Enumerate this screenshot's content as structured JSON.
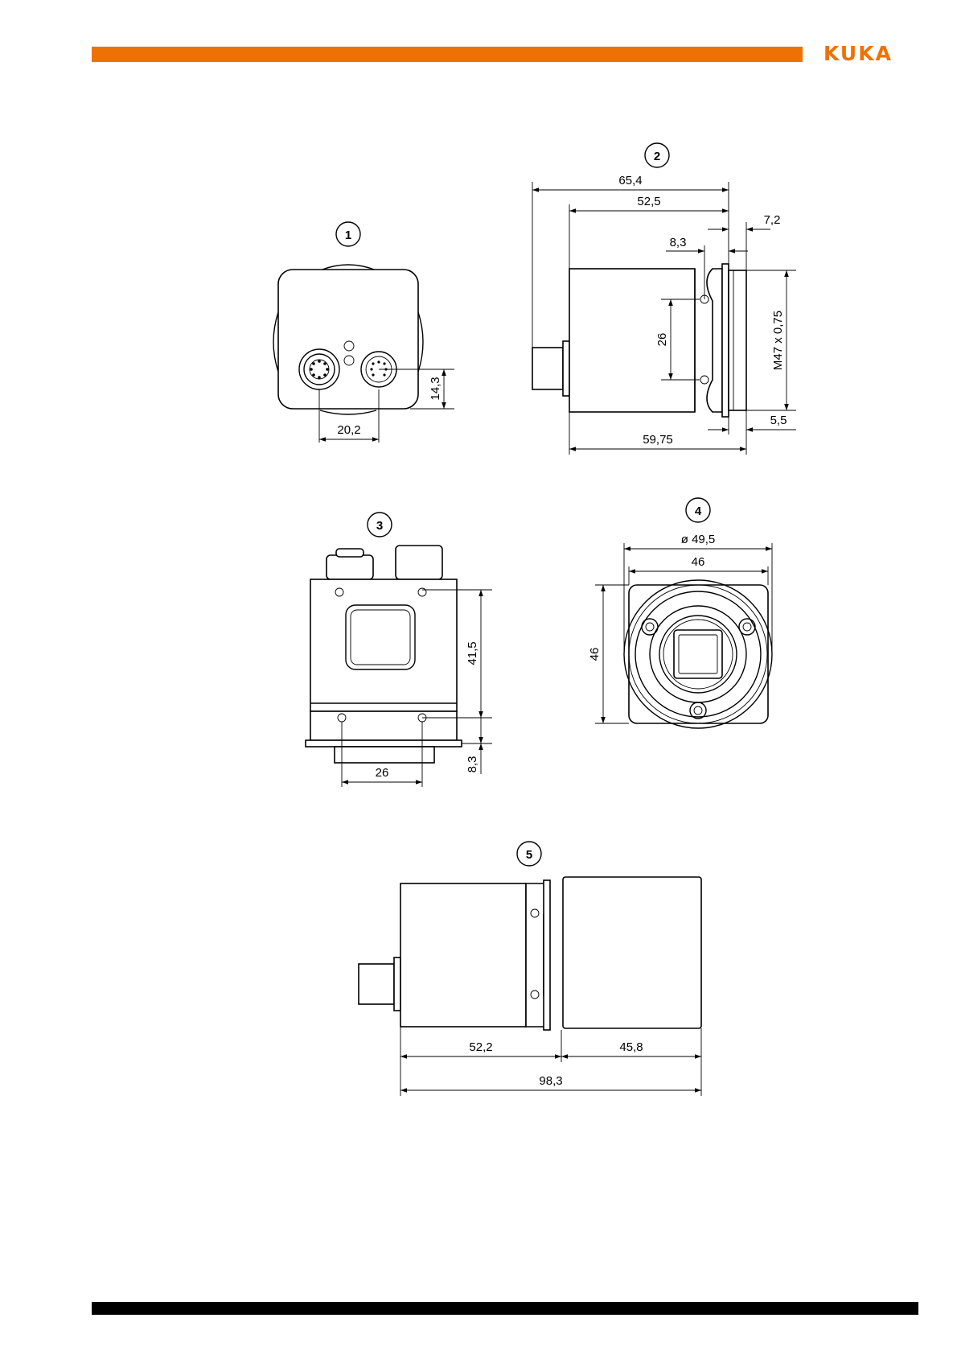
{
  "header": {
    "logo_text": "KUKA",
    "brand_color": "#ee7203"
  },
  "views": {
    "v1": {
      "marker": "1",
      "dims": {
        "width": "20,2",
        "height": "14,3"
      }
    },
    "v2": {
      "marker": "2",
      "dims": {
        "total": "65,4",
        "body": "52,5",
        "flange": "7,2",
        "hole_offset": "8,3",
        "hole_spacing": "26",
        "thread": "M47 x 0,75",
        "ring": "5,5",
        "overall": "59,75"
      }
    },
    "v3": {
      "marker": "3",
      "dims": {
        "height": "41,5",
        "offset": "8,3",
        "spacing": "26"
      }
    },
    "v4": {
      "marker": "4",
      "dims": {
        "diameter": "ø 49,5",
        "width": "46",
        "height": "46"
      }
    },
    "v5": {
      "marker": "5",
      "dims": {
        "left": "52,2",
        "right": "45,8",
        "total": "98,3"
      }
    }
  }
}
